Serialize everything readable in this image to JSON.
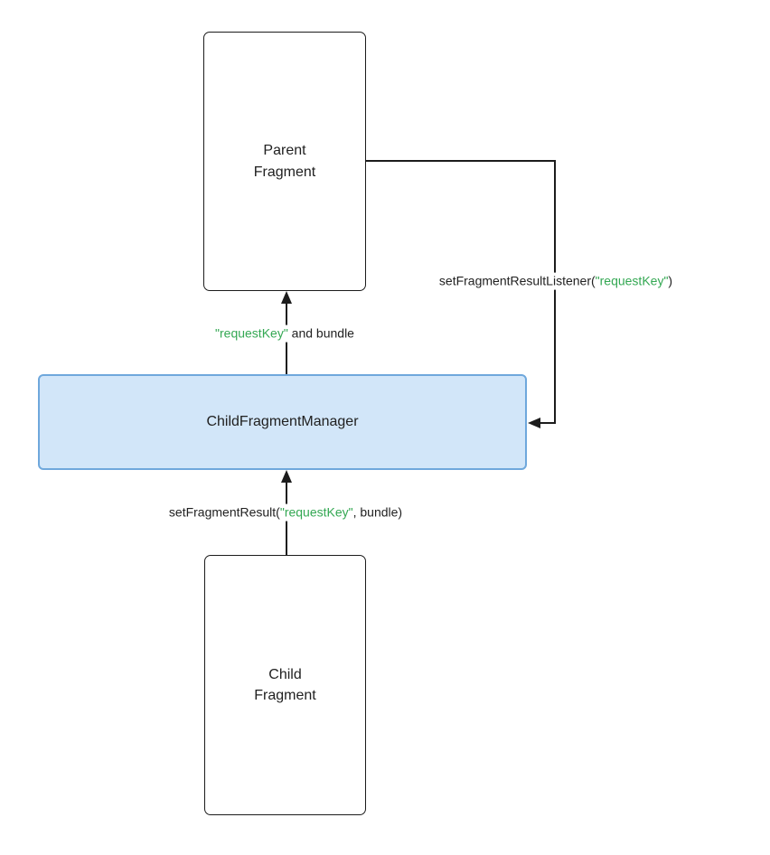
{
  "colors": {
    "background": "#ffffff",
    "line": "#1c1c1c",
    "text": "#212121",
    "green": "#34a853",
    "node_border": "#1c1c1c",
    "node_fill": "#ffffff",
    "manager_fill": "#d2e6f9",
    "manager_border": "#6fa8dc"
  },
  "nodes": {
    "parent_fragment": {
      "label": "Parent\nFragment"
    },
    "child_fragment_manager": {
      "label": "ChildFragmentManager"
    },
    "child_fragment": {
      "label": "Child\nFragment"
    }
  },
  "edges": {
    "result_to_parent": {
      "key": "\"requestKey\"",
      "rest": " and bundle"
    },
    "set_listener": {
      "prefix": "setFragmentResultListener(",
      "key": "\"requestKey\"",
      "suffix": ")"
    },
    "set_result": {
      "prefix": "setFragmentResult(",
      "key": "\"requestKey\"",
      "suffix": ", bundle)"
    }
  }
}
